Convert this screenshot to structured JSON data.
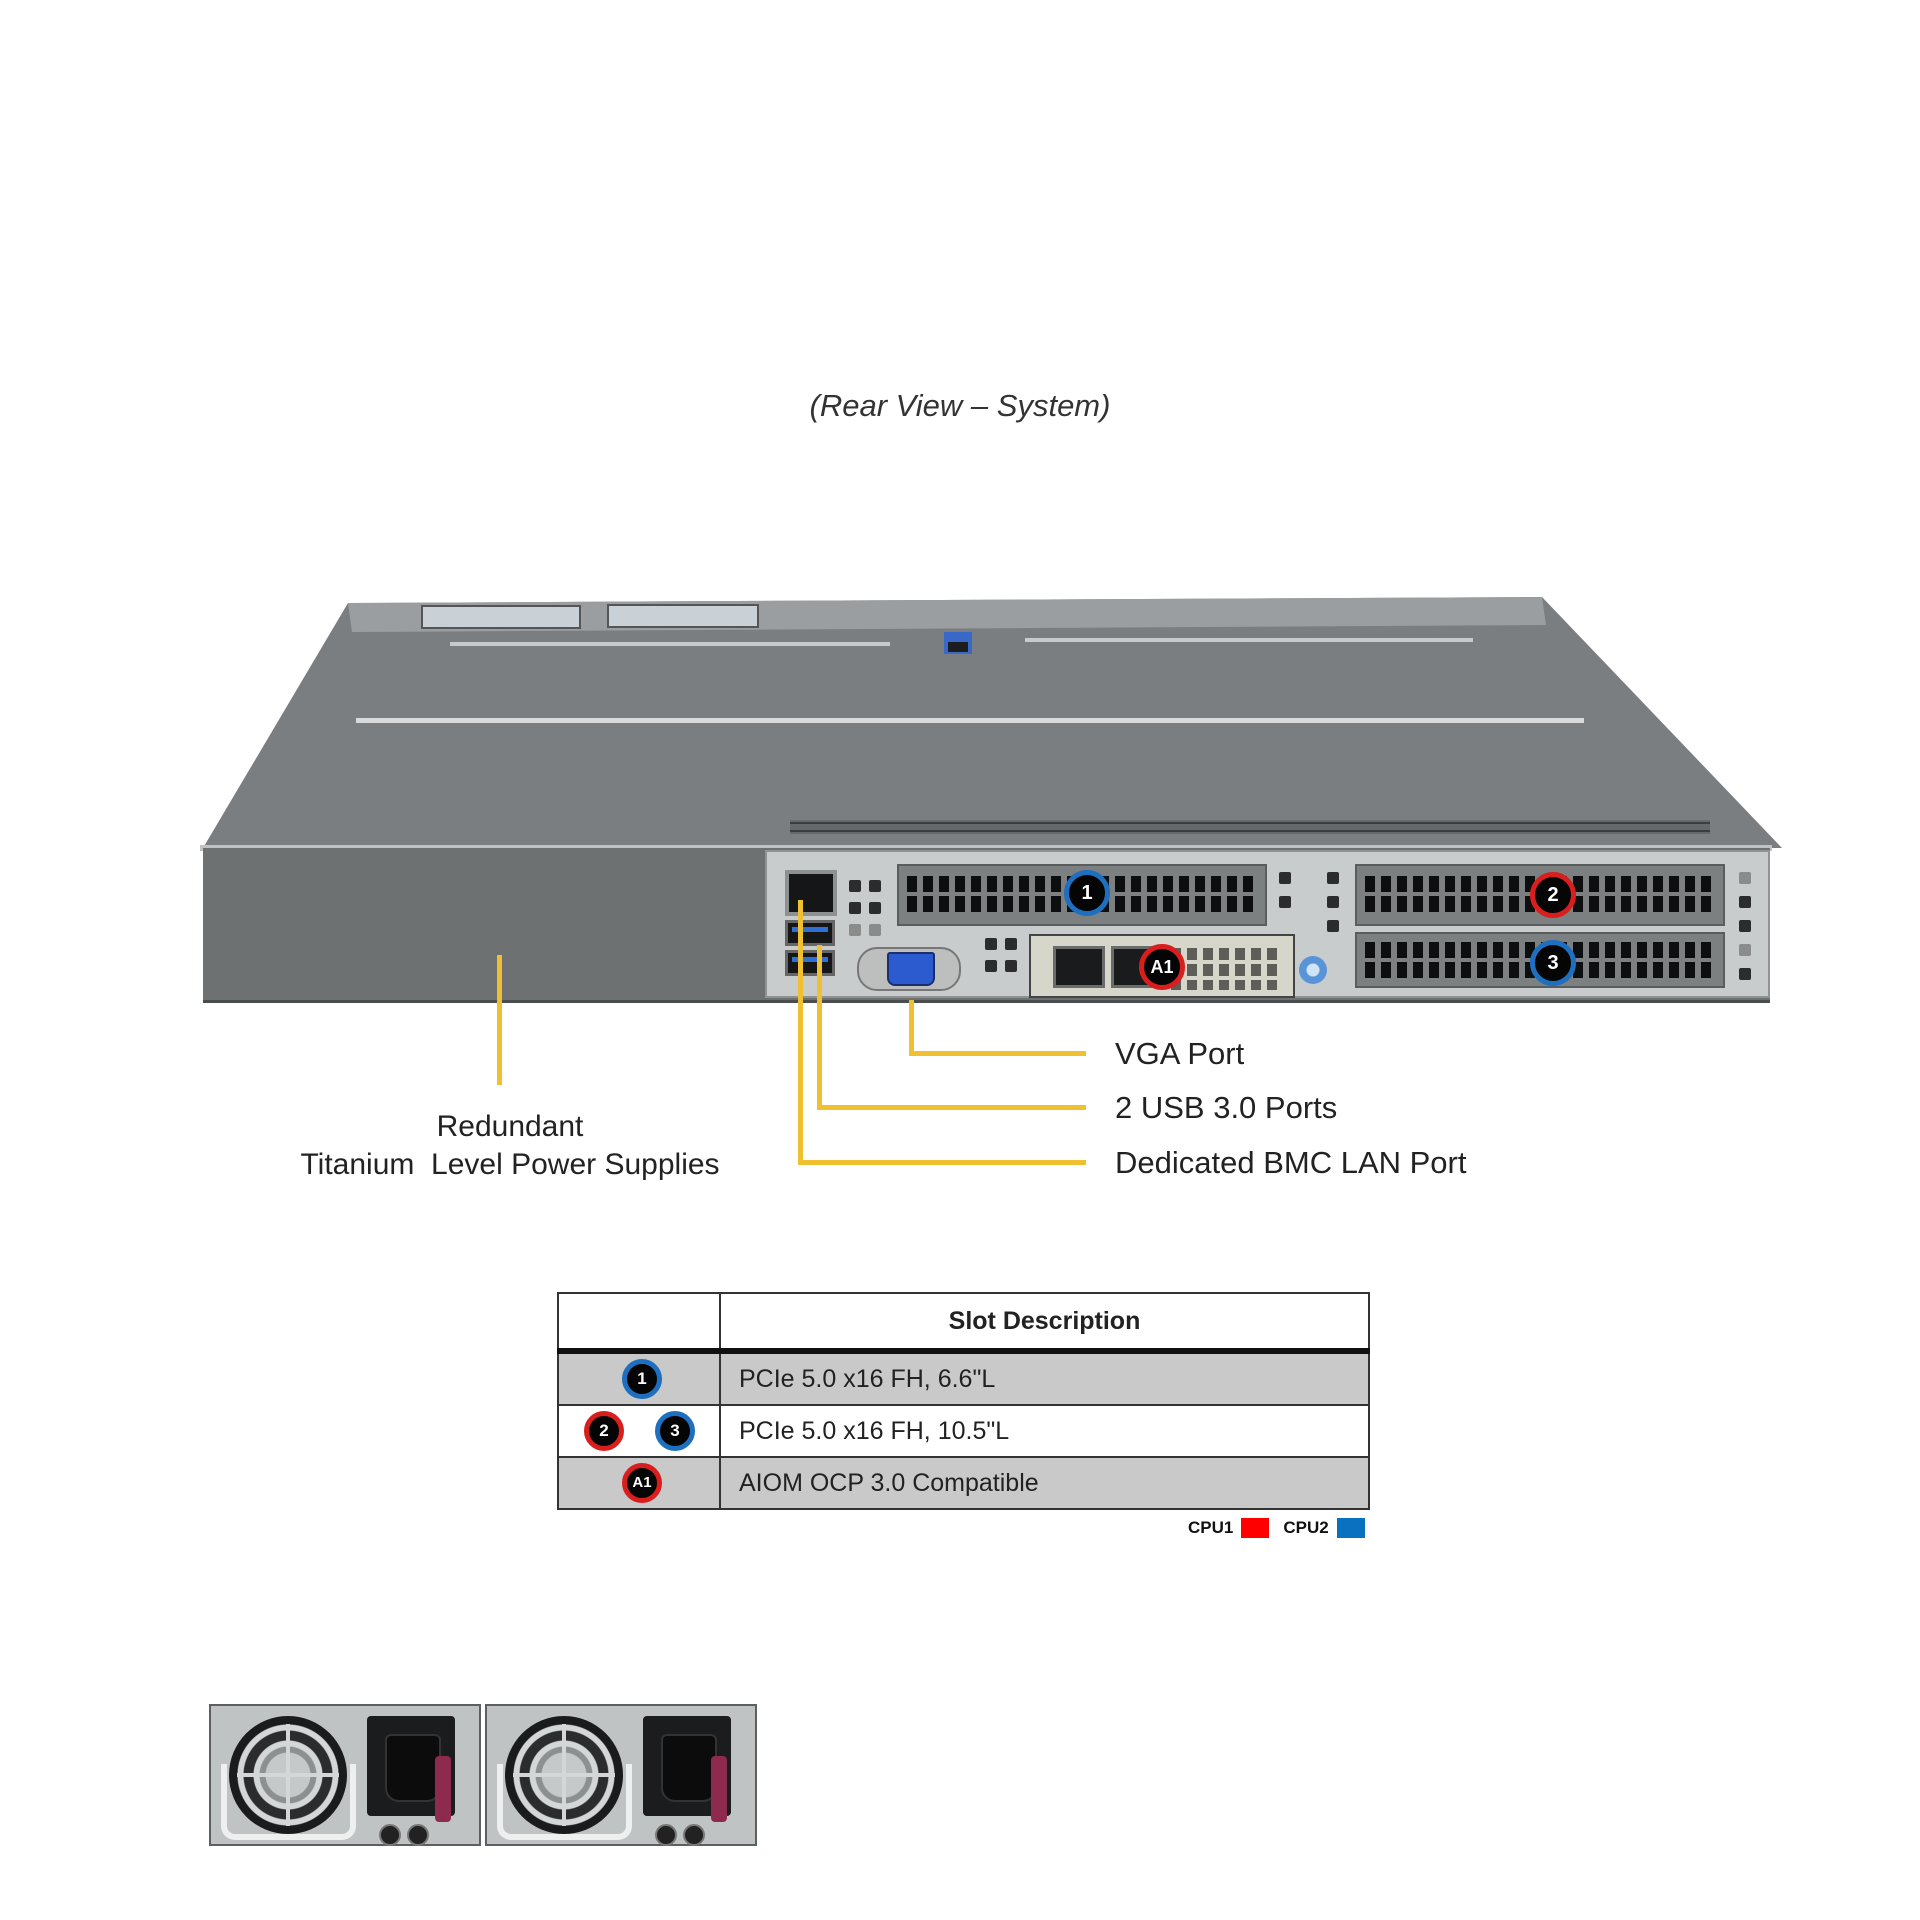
{
  "caption": "(Rear View – System)",
  "colors": {
    "cpu1": "#ff0000",
    "cpu2": "#0a70c0",
    "leader_line": "#f0c030",
    "row_shade": "#c9c9c9"
  },
  "chassis": {
    "badges": {
      "slot1": "1",
      "slot2": "2",
      "slot3": "3",
      "aiom": "A1"
    }
  },
  "callouts": {
    "psu_line1": "Redundant",
    "psu_line2": "Titanium  Level Power Supplies",
    "vga": "VGA Port",
    "usb": "2 USB 3.0 Ports",
    "bmc": "Dedicated BMC LAN Port"
  },
  "table": {
    "header": "Slot Description",
    "rows": [
      {
        "badges": [
          {
            "label": "1",
            "cpu": "CPU2"
          }
        ],
        "description": "PCIe 5.0 x16 FH, 6.6\"L"
      },
      {
        "badges": [
          {
            "label": "2",
            "cpu": "CPU1"
          },
          {
            "label": "3",
            "cpu": "CPU2"
          }
        ],
        "description": "PCIe 5.0 x16 FH, 10.5\"L"
      },
      {
        "badges": [
          {
            "label": "A1",
            "cpu": "CPU1"
          }
        ],
        "description": "AIOM OCP 3.0 Compatible"
      }
    ]
  },
  "legend": {
    "cpu1_label": "CPU1",
    "cpu2_label": "CPU2"
  }
}
